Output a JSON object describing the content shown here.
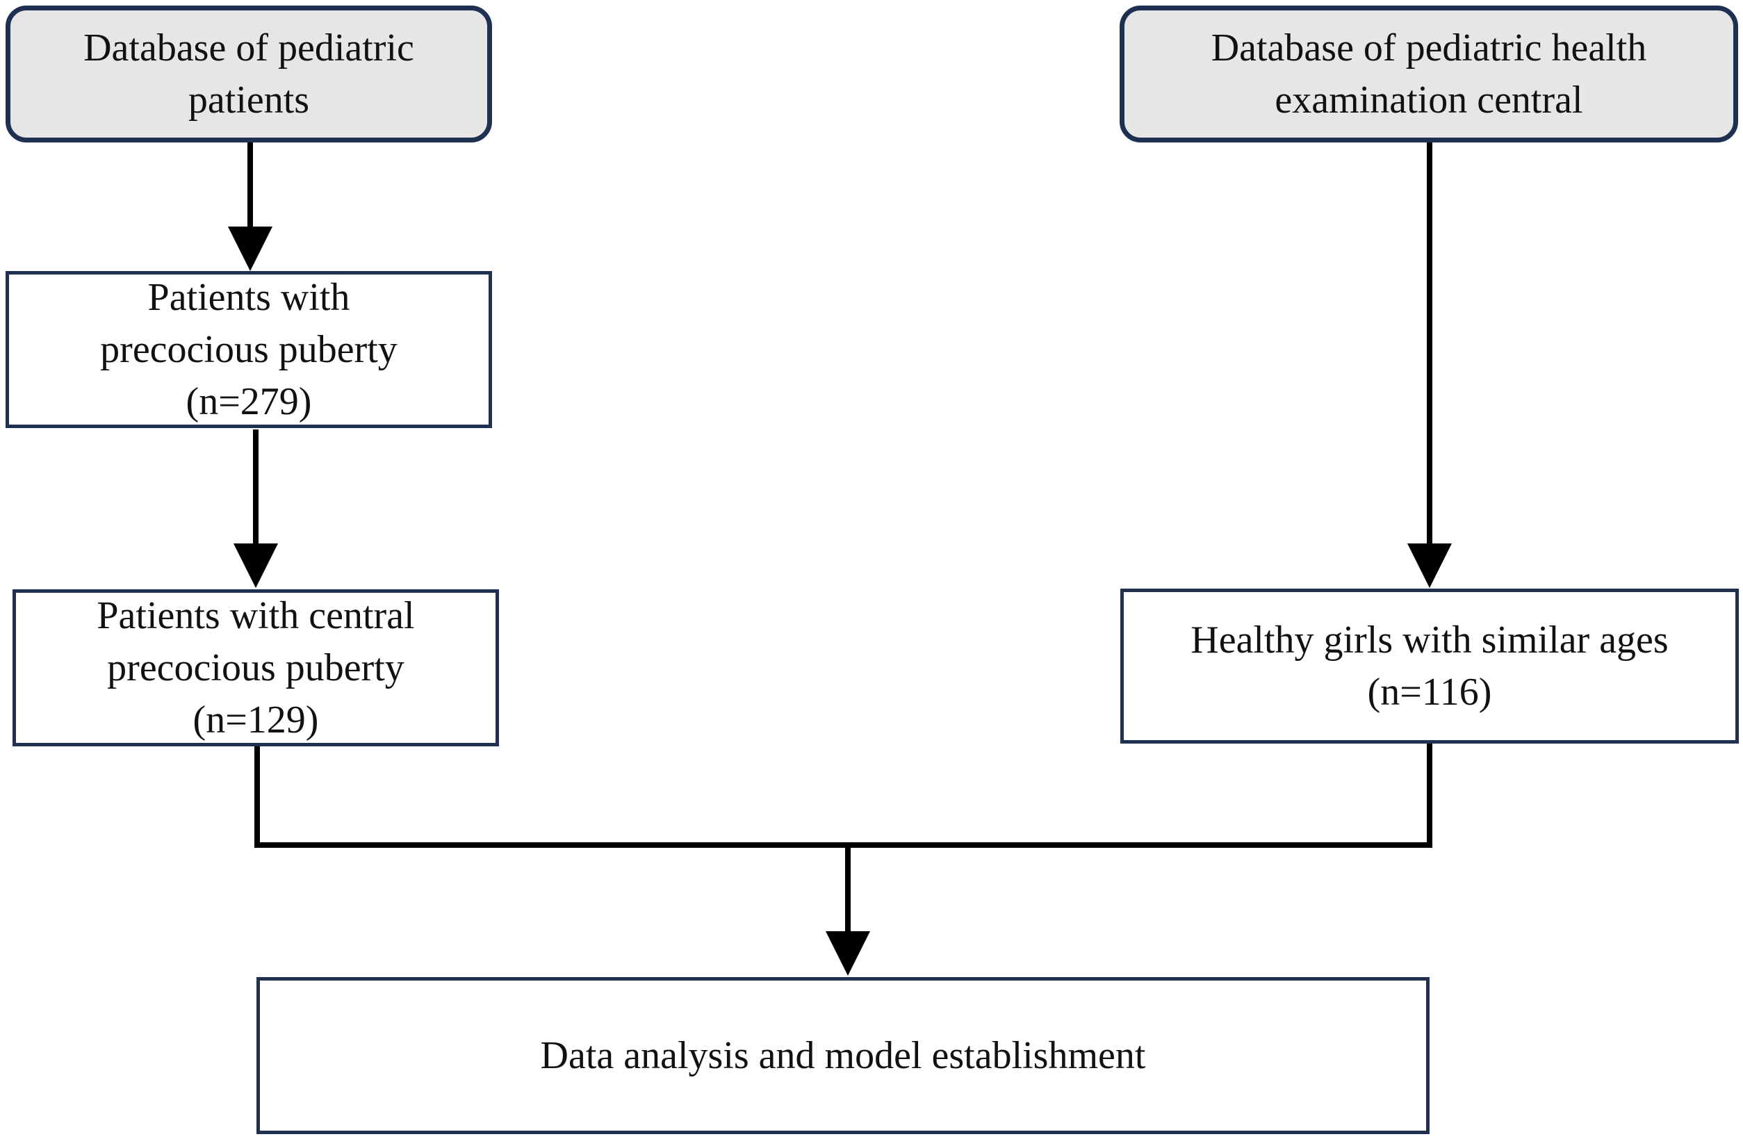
{
  "nodes": {
    "db_patients": {
      "lines": [
        "Database of pediatric",
        "patients"
      ]
    },
    "db_health": {
      "lines": [
        "Database of pediatric health",
        "examination central"
      ]
    },
    "precocious": {
      "lines": [
        "Patients with",
        "precocious puberty",
        "(n=279)"
      ]
    },
    "central_precocious": {
      "lines": [
        "Patients with central",
        "precocious puberty",
        "(n=129)"
      ]
    },
    "healthy_girls": {
      "lines": [
        "Healthy girls with similar ages",
        "(n=116)"
      ]
    },
    "analysis": {
      "lines": [
        "Data analysis and model establishment"
      ]
    }
  },
  "edges": [
    {
      "from": "db_patients",
      "to": "precocious"
    },
    {
      "from": "precocious",
      "to": "central_precocious"
    },
    {
      "from": "db_health",
      "to": "healthy_girls"
    },
    {
      "from": "central_precocious",
      "to": "analysis"
    },
    {
      "from": "healthy_girls",
      "to": "analysis"
    }
  ],
  "colors": {
    "box_border": "#1f3050",
    "source_fill": "#e6e6e6",
    "line": "#000000"
  }
}
